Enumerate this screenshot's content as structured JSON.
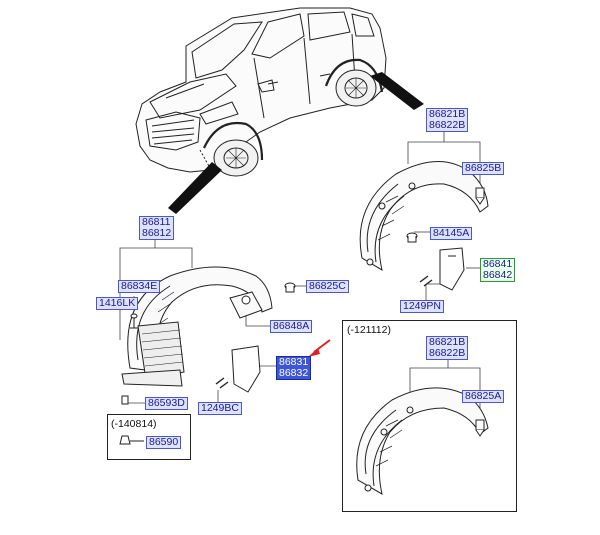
{
  "colors": {
    "label_border": "#4a55d8",
    "label_fill": "#dde2ff",
    "label_text": "#1a1a8c",
    "highlight_fill": "#3d55d8",
    "green_border": "#2a9a3a",
    "arrow": "#e0201c"
  },
  "labels": {
    "p86821B_top": "86821B",
    "p86822B_top": "86822B",
    "p86825B": "86825B",
    "p84145A": "84145A",
    "p86841": "86841",
    "p86842": "86842",
    "p1249PN": "1249PN",
    "p86811": "86811",
    "p86812": "86812",
    "p86834E": "86834E",
    "p86825C": "86825C",
    "p1416LK": "1416LK",
    "p86848A": "86848A",
    "p86831": "86831",
    "p86832": "86832",
    "p86593D": "86593D",
    "p1249BC": "1249BC",
    "p86590": "86590",
    "p86821B_inset": "86821B",
    "p86822B_inset": "86822B",
    "p86825A": "86825A"
  },
  "notes": {
    "date_left": "(-140814)",
    "date_right": "(-121112)"
  }
}
